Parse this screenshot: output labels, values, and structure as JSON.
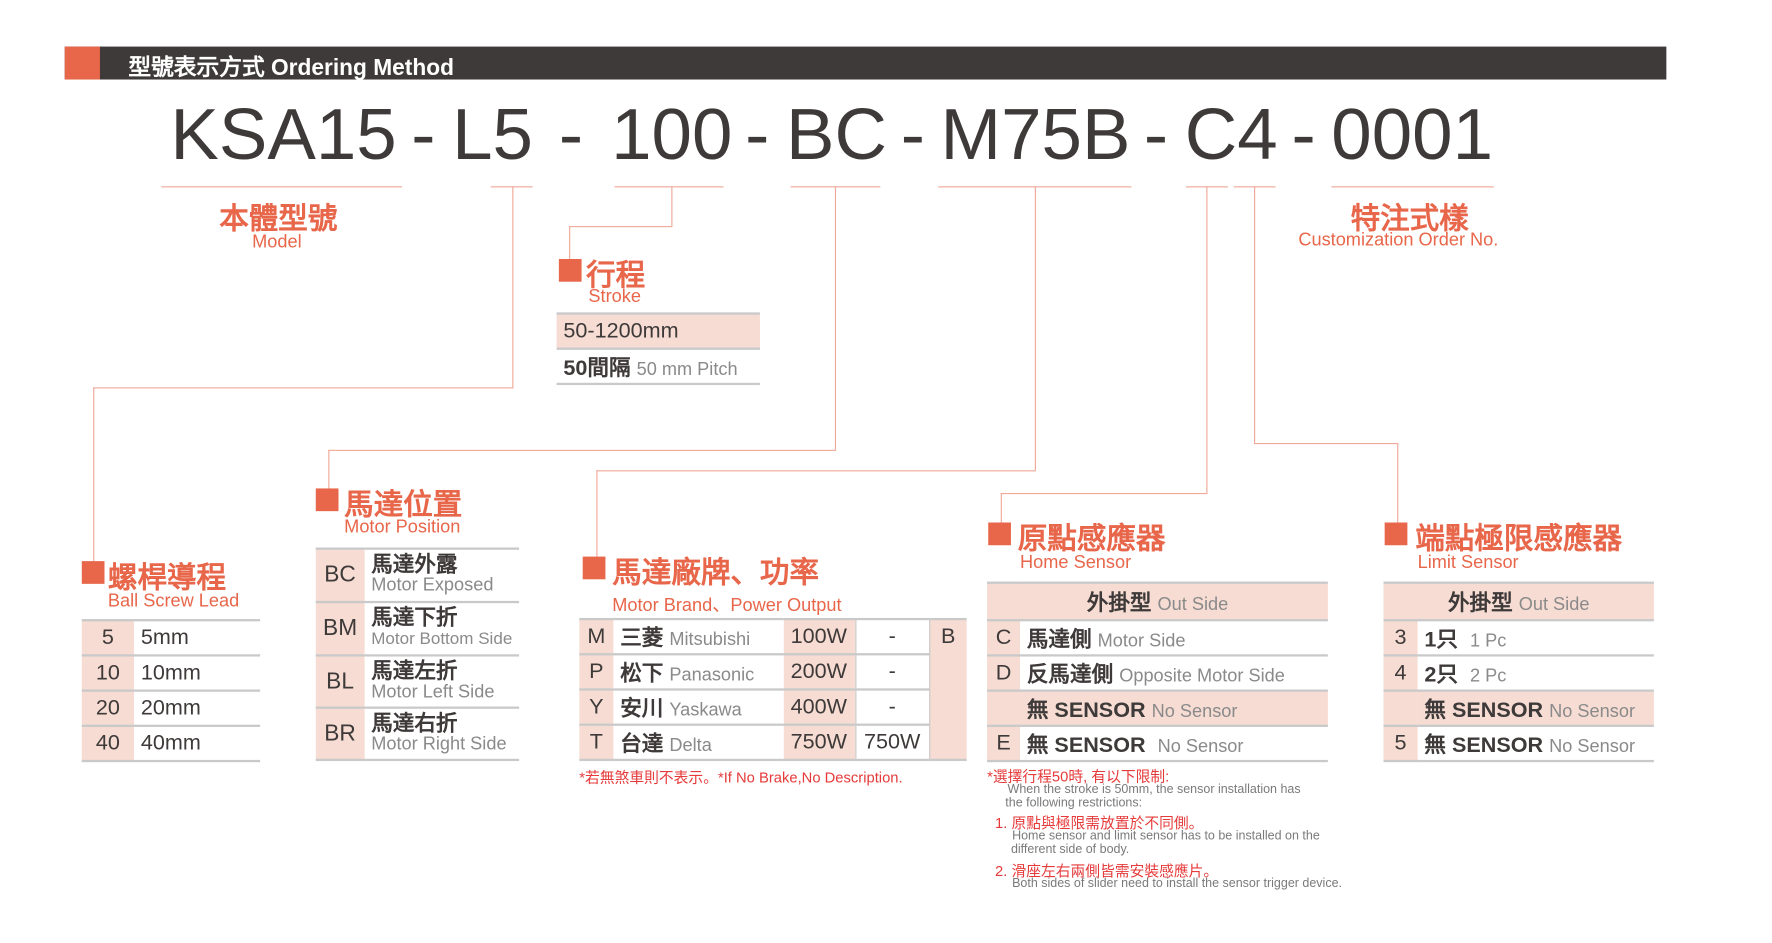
{
  "header": {
    "title": "型號表示方式  Ordering Method"
  },
  "code": {
    "segments": [
      "KSA15",
      "L5",
      "100",
      "BC",
      "M75B",
      "C4",
      "0001"
    ],
    "sep": "-"
  },
  "model": {
    "zh": "本體型號",
    "en": "Model"
  },
  "custom": {
    "zh": "特注式樣",
    "en": "Customization Order No."
  },
  "stroke": {
    "zh": "行程",
    "en": "Stroke",
    "range": "50-1200mm",
    "pitch_zh": "50間隔",
    "pitch_en": "50 mm Pitch"
  },
  "lead": {
    "zh": "螺桿導程",
    "en": "Ball Screw Lead",
    "rows": [
      {
        "code": "5",
        "value": "5mm"
      },
      {
        "code": "10",
        "value": "10mm"
      },
      {
        "code": "20",
        "value": "20mm"
      },
      {
        "code": "40",
        "value": "40mm"
      }
    ]
  },
  "position": {
    "zh": "馬達位置",
    "en": "Motor Position",
    "rows": [
      {
        "code": "BC",
        "zh": "馬達外露",
        "en": "Motor Exposed"
      },
      {
        "code": "BM",
        "zh": "馬達下折",
        "en": "Motor Bottom Side"
      },
      {
        "code": "BL",
        "zh": "馬達左折",
        "en": "Motor Left Side"
      },
      {
        "code": "BR",
        "zh": "馬達右折",
        "en": "Motor Right Side"
      }
    ]
  },
  "brand": {
    "zh": "馬達廠牌、功率",
    "en": "Motor Brand、Power Output",
    "brake": "B",
    "rows": [
      {
        "code": "M",
        "zh": "三菱",
        "en": "Mitsubishi",
        "p1": "100W",
        "p2": "-"
      },
      {
        "code": "P",
        "zh": "松下",
        "en": "Panasonic",
        "p1": "200W",
        "p2": "-"
      },
      {
        "code": "Y",
        "zh": "安川",
        "en": "Yaskawa",
        "p1": "400W",
        "p2": "-"
      },
      {
        "code": "T",
        "zh": "台達",
        "en": "Delta",
        "p1": "750W",
        "p2": "750W"
      }
    ],
    "note": "*若無煞車則不表示。*If No Brake,No Description."
  },
  "home": {
    "zh": "原點感應器",
    "en": "Home Sensor",
    "head_zh": "外掛型",
    "head_en": "Out Side",
    "rows": [
      {
        "code": "C",
        "zh": "馬達側",
        "en": "Motor Side"
      },
      {
        "code": "D",
        "zh": "反馬達側",
        "en": "Opposite Motor Side"
      }
    ],
    "none_zh": "無 SENSOR",
    "none_en": "No Sensor",
    "e_code": "E"
  },
  "limit": {
    "zh": "端點極限感應器",
    "en": "Limit Sensor",
    "head_zh": "外掛型",
    "head_en": "Out Side",
    "rows": [
      {
        "code": "3",
        "zh": "1只",
        "en": "1 Pc"
      },
      {
        "code": "4",
        "zh": "2只",
        "en": "2 Pc"
      }
    ],
    "none_zh": "無 SENSOR",
    "none_en": "No Sensor",
    "five_code": "5"
  },
  "notes": {
    "title": "*選擇行程50時, 有以下限制:",
    "title_en1": "When the stroke is 50mm, the sensor installation has",
    "title_en2": "the following restrictions:",
    "n1": "1. 原點與極限需放置於不同側。",
    "n1_en1": "Home sensor and limit sensor has to be installed on the",
    "n1_en2": "different side of body.",
    "n2": "2. 滑座左右兩側皆需安裝感應片。",
    "n2_en": "Both sides of slider need to install the sensor trigger device."
  },
  "colors": {
    "accent": "#e8664a",
    "dark": "#3e3a39",
    "shade": "#f6dcd3"
  }
}
